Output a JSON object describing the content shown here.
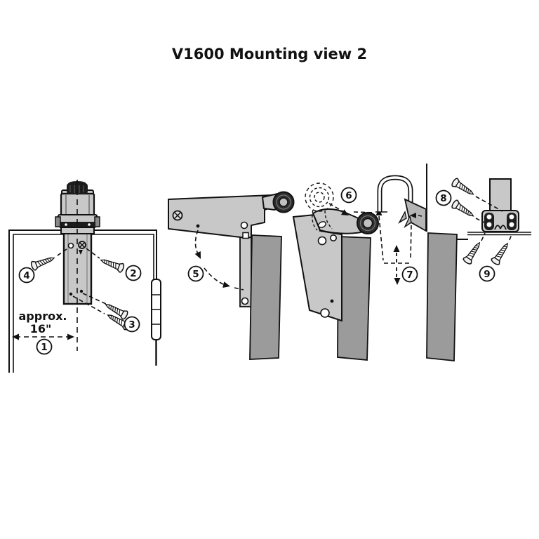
{
  "title": "V1600 Mounting view 2",
  "figure": {
    "dimension_label_line1": "approx.",
    "dimension_label_line2": "16\"",
    "callouts": [
      {
        "label": "1"
      },
      {
        "label": "2"
      },
      {
        "label": "3"
      },
      {
        "label": "4"
      },
      {
        "label": "5"
      },
      {
        "label": "6"
      },
      {
        "label": "7"
      },
      {
        "label": "8"
      },
      {
        "label": "9"
      }
    ]
  },
  "colors": {
    "outline": "#111111",
    "part_light_gray": "#c8c8c8",
    "part_mid_gray": "#b5b5b5",
    "vane_gray": "#9b9b9b",
    "dark_part": "#1c1c1c",
    "background": "#ffffff"
  }
}
